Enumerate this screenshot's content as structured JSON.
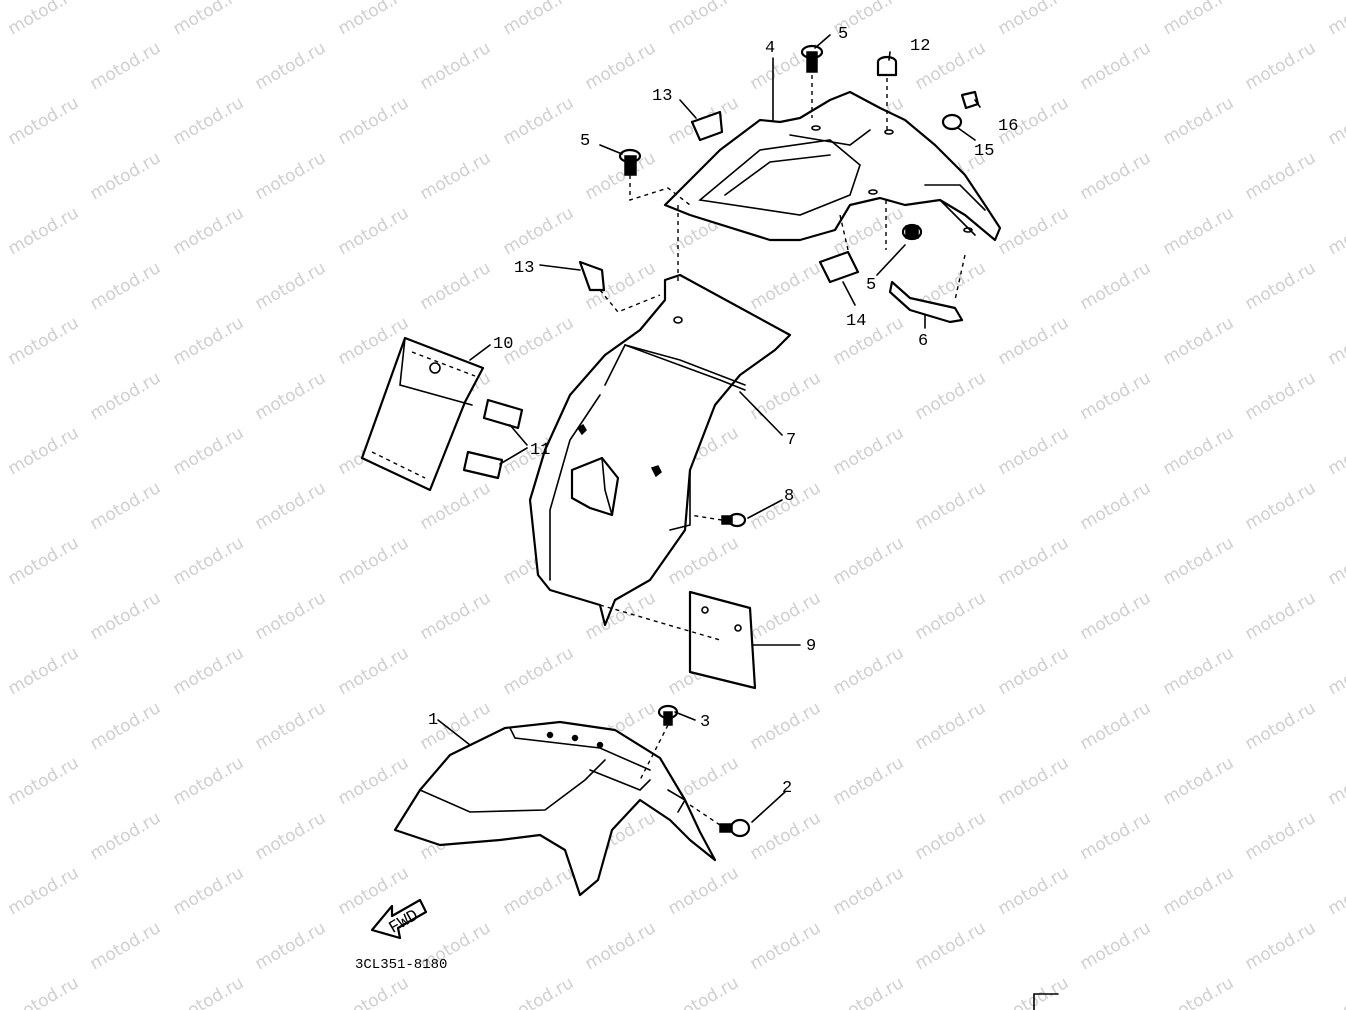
{
  "watermark": "motod.ru",
  "callouts": {
    "c1": "1",
    "c2": "2",
    "c3": "3",
    "c4": "4",
    "c5a": "5",
    "c5b": "5",
    "c5c": "5",
    "c6": "6",
    "c7": "7",
    "c8": "8",
    "c9": "9",
    "c10": "10",
    "c11": "11",
    "c12": "12",
    "c13a": "13",
    "c13b": "13",
    "c14": "14",
    "c15": "15",
    "c16": "16"
  },
  "fwd_label": "FWD",
  "diagram_code": "3CL351-8180"
}
